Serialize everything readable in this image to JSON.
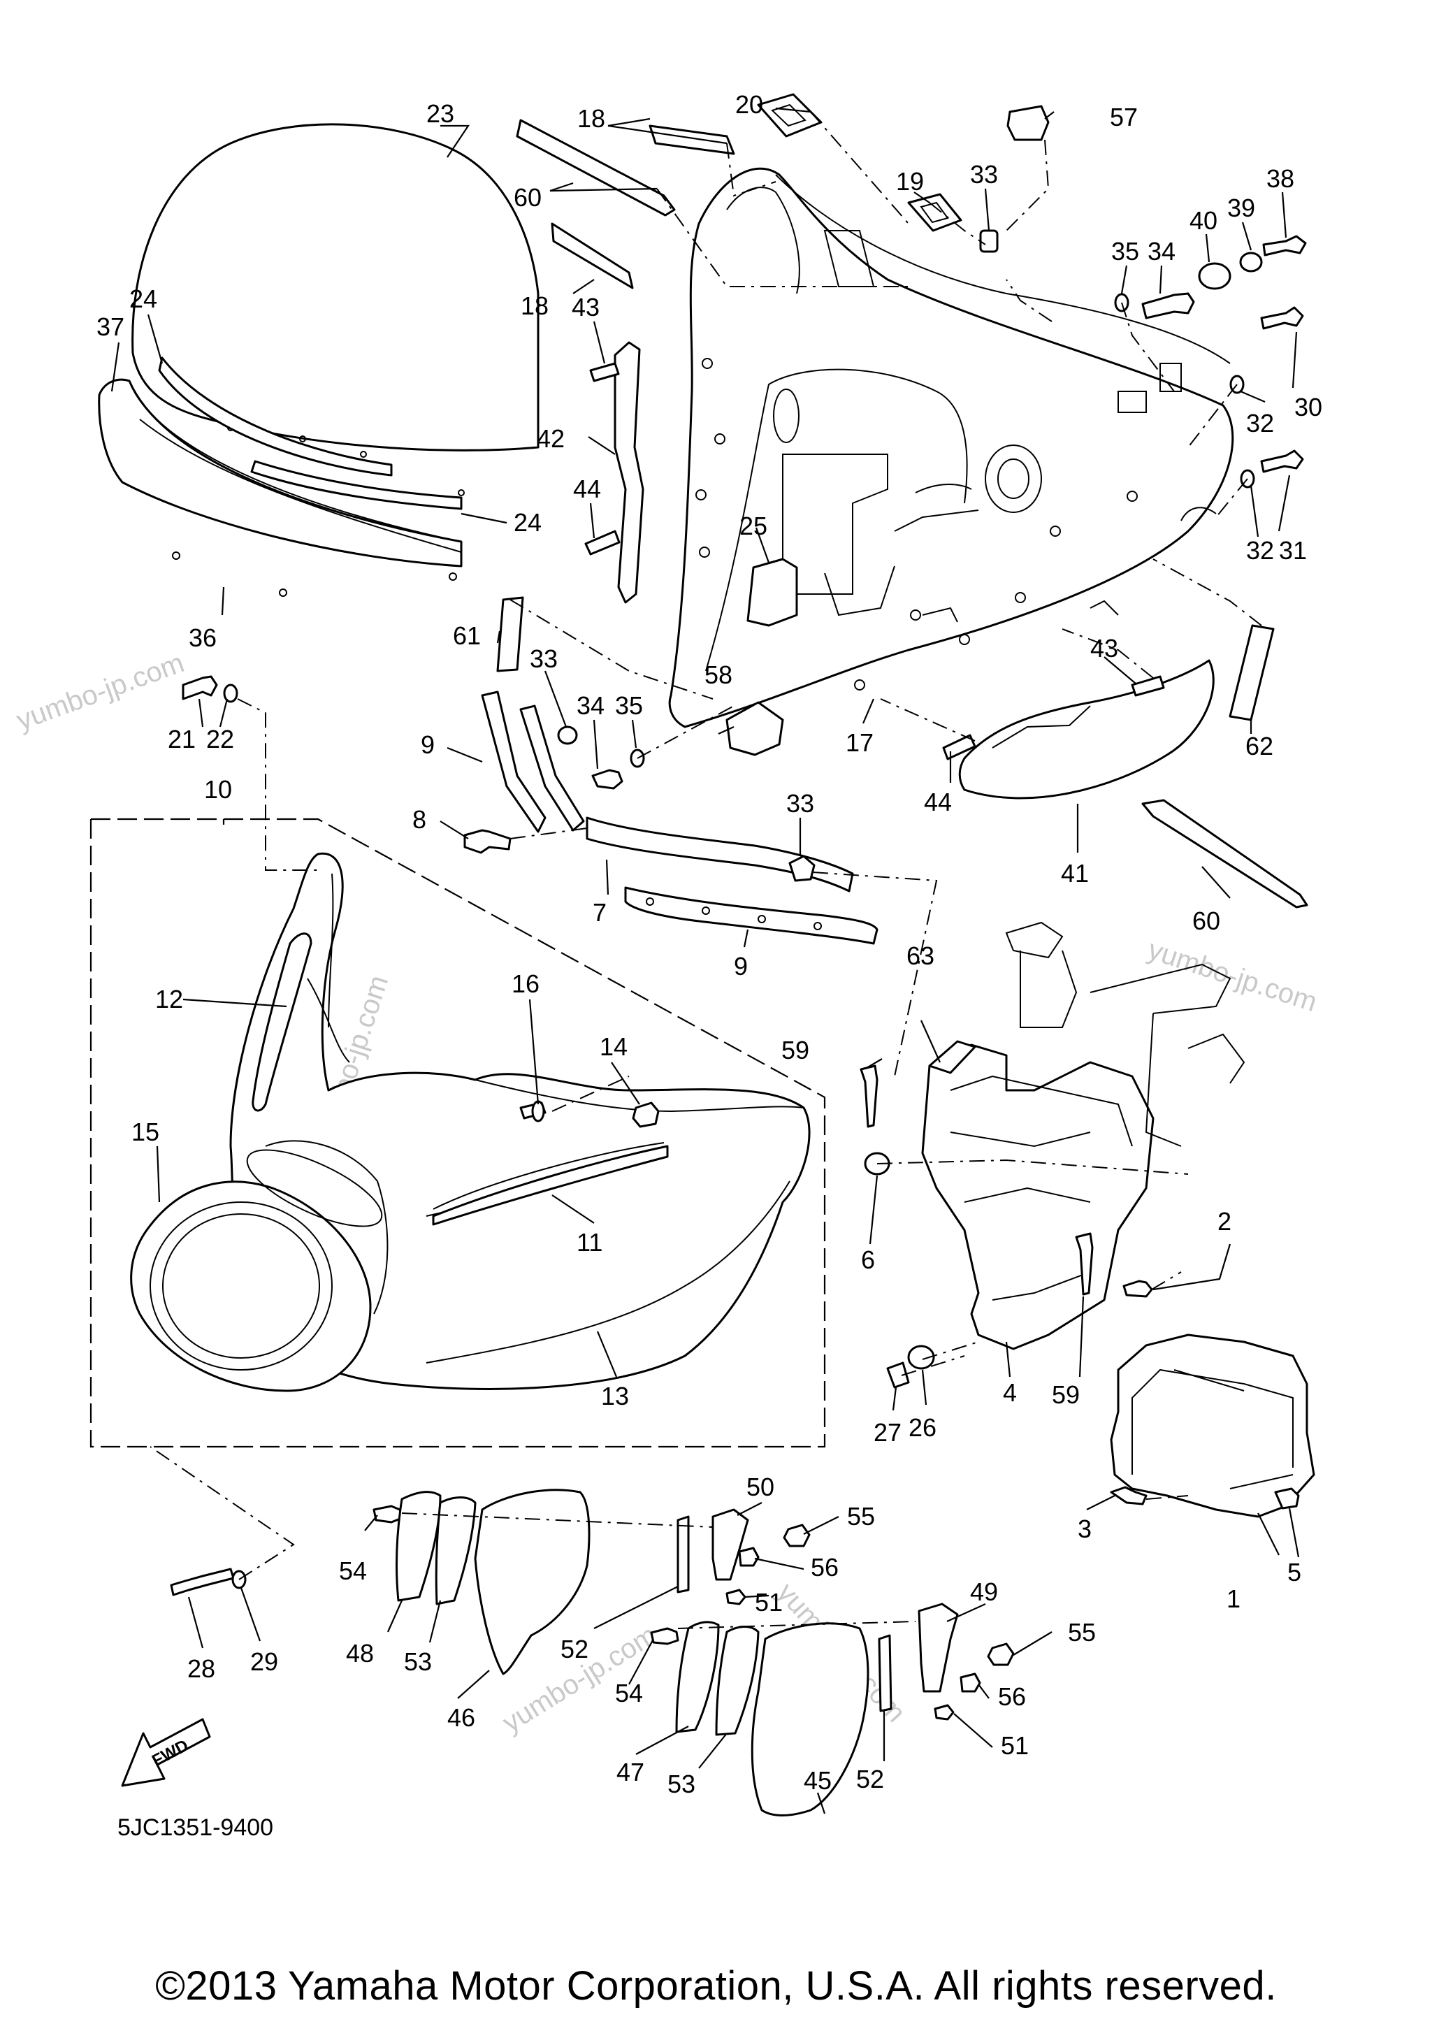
{
  "callouts": [
    "1",
    "2",
    "3",
    "4",
    "5",
    "6",
    "7",
    "8",
    "9",
    "9",
    "10",
    "11",
    "12",
    "13",
    "14",
    "15",
    "16",
    "17",
    "18",
    "18",
    "19",
    "20",
    "21",
    "22",
    "23",
    "24",
    "24",
    "25",
    "26",
    "27",
    "28",
    "29",
    "30",
    "31",
    "32",
    "32",
    "33",
    "33",
    "33",
    "34",
    "34",
    "35",
    "35",
    "36",
    "37",
    "38",
    "39",
    "40",
    "41",
    "42",
    "43",
    "43",
    "44",
    "44",
    "45",
    "46",
    "47",
    "48",
    "49",
    "50",
    "51",
    "51",
    "52",
    "52",
    "53",
    "53",
    "54",
    "54",
    "55",
    "55",
    "56",
    "56",
    "57",
    "58",
    "59",
    "59",
    "60",
    "60",
    "61",
    "62",
    "63"
  ],
  "watermark": "yumbo-jp.com",
  "fwd_label": "FWD",
  "diagram_code": "5JC1351-9400",
  "copyright": "©2013 Yamaha Motor Corporation, U.S.A. All rights reserved."
}
